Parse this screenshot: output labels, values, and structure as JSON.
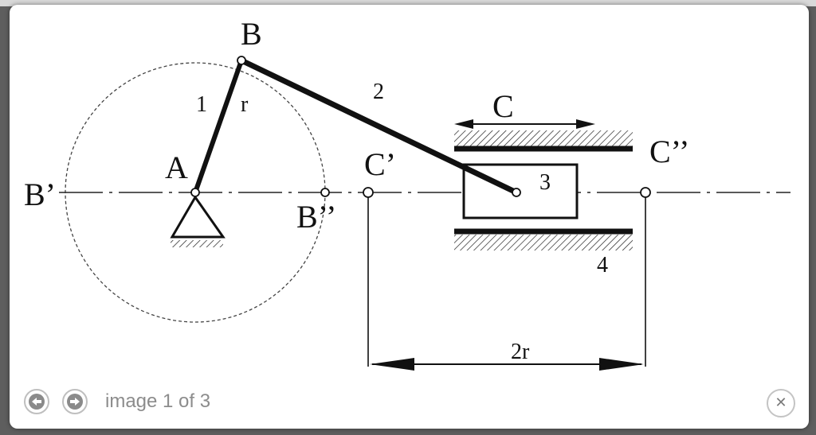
{
  "figure": {
    "labels": {
      "B": "B",
      "B_prime": "B’",
      "B_double_prime": "B’’",
      "A": "A",
      "C": "C",
      "C_prime": "C’",
      "C_double_prime": "C’’",
      "link1": "1",
      "radius": "r",
      "link2": "2",
      "slider": "3",
      "guide": "4",
      "stroke": "2r"
    }
  },
  "footer": {
    "counter_text": "image 1 of 3",
    "prev_icon": "arrow-left-icon",
    "next_icon": "arrow-right-icon",
    "close_icon": "close-icon",
    "close_glyph": "✕"
  },
  "colors": {
    "ink": "#111111",
    "counter": "#8c8c8c",
    "button_border": "#bfbfbf"
  }
}
